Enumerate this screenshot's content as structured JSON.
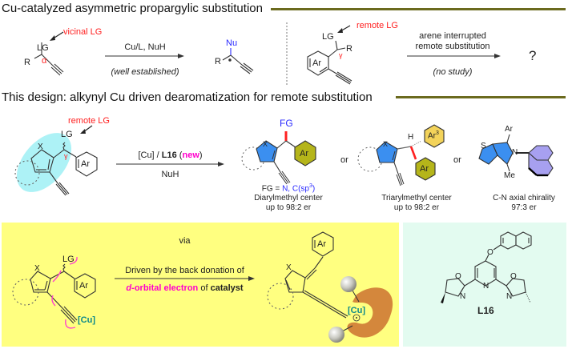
{
  "section1": {
    "title": "Cu-catalyzed asymmetric propargylic substitution",
    "left": {
      "callout": "vicinal LG",
      "lg": "LG",
      "r": "R",
      "alpha": "α",
      "conditions_top": "Cu/L, NuH",
      "conditions_bottom": "well established",
      "product_nu": "Nu",
      "product_r": "R"
    },
    "right": {
      "callout": "remote LG",
      "lg": "LG",
      "r": "R",
      "gamma": "γ",
      "ring": "Ar",
      "conditions_top_1": "arene interrupted",
      "conditions_top_2": "remote substitution",
      "conditions_bottom": "no study",
      "result": "?"
    }
  },
  "section2": {
    "title": "This design: alkynyl Cu driven dearomatization for remote substitution",
    "substrate": {
      "callout": "remote LG",
      "lg": "LG",
      "x": "X",
      "gamma": "γ",
      "ring": "Ar"
    },
    "conditions": {
      "catalyst": "[Cu] / ",
      "ligand": "L16",
      "new_open": " (",
      "new": "new",
      "new_close": ")",
      "reagent": "NuH"
    },
    "or_label": "or",
    "products": [
      {
        "fg": "FG",
        "x": "X",
        "ring": "Ar",
        "fg_def_prefix": "FG = ",
        "fg_def_values": "N, C(sp",
        "fg_def_sup": "3",
        "fg_def_close": ")",
        "label": "Diarylmethyl center",
        "er": "up to 98:2 er"
      },
      {
        "h": "H",
        "x": "X",
        "ring_top": "Ar",
        "ring_top_sup": "3",
        "ring_bottom": "Ar",
        "label": "Triarylmethyl center",
        "er": "up to 98:2 er"
      },
      {
        "s": "S",
        "ar": "Ar",
        "n": "N",
        "me": "Me",
        "label": "C-N axial chirality",
        "er": "97:3 er"
      }
    ]
  },
  "mechanism": {
    "via": "via",
    "lg": "LG",
    "x": "X",
    "ring": "Ar",
    "cu": "[Cu]",
    "arrow_top": "Driven by the back donation of",
    "arrow_bottom_1": "d",
    "arrow_bottom_2": "-orbital electron",
    "arrow_bottom_3": " of ",
    "arrow_bottom_4": "catalyst",
    "intermediate_x": "X",
    "intermediate_ring": "Ar",
    "intermediate_cu": "[Cu]",
    "charge": "+"
  },
  "ligand": {
    "o_top": "O",
    "o_left": "O",
    "o_right": "O",
    "n_py": "N",
    "n_left": "N",
    "n_right": "N",
    "label": "L16"
  },
  "colors": {
    "rule": "#6b6a1e",
    "red": "#ff2020",
    "blue_text": "#2a2aff",
    "magenta": "#ff00cc",
    "teal": "#0e8a8a",
    "ring_blue": "#3b8ff0",
    "olive": "#b5b51a",
    "gold": "#f3d35a",
    "lavender": "#a7a0f0",
    "yellow_panel": "#ffff80",
    "green_panel": "#e3fbf0",
    "copper_blob": "#d4873c",
    "highlight_cyan": "#9ff0f4"
  }
}
